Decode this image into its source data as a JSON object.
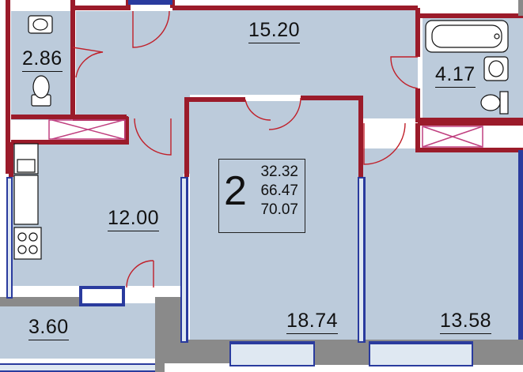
{
  "colors": {
    "wall": "#9b1b2a",
    "floor": "#bccbdb",
    "window": "#2a3b9e",
    "window_pane": "#dfe8f2",
    "outer_wall": "#8a8a8a",
    "door_arc": "#c0202a",
    "vent_cross": "#c04080"
  },
  "rooms": [
    {
      "id": "bathroom_small",
      "area": "2.86"
    },
    {
      "id": "hallway",
      "area": "15.20"
    },
    {
      "id": "bathroom",
      "area": "4.17"
    },
    {
      "id": "kitchen",
      "area": "12.00"
    },
    {
      "id": "bedroom_middle",
      "area": "18.74"
    },
    {
      "id": "bedroom_right",
      "area": "13.58"
    },
    {
      "id": "loggia",
      "area": "3.60"
    }
  ],
  "apartment": {
    "rooms_count": "2",
    "living_area": "32.32",
    "total_area": "66.47",
    "total_area_with_loggia": "70.07"
  },
  "icons": [
    "washbasin-icon",
    "toilet-icon",
    "bathtub-icon",
    "stove-icon",
    "sink-icon"
  ]
}
